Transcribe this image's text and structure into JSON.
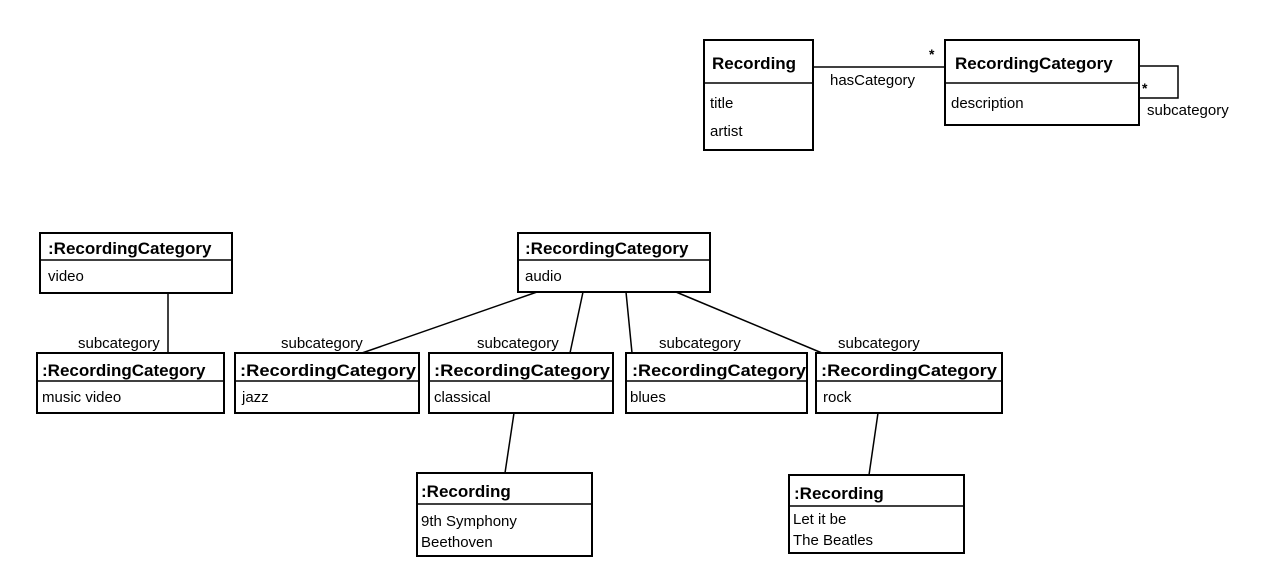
{
  "class_diagram": {
    "recording": {
      "name": "Recording",
      "attributes": [
        "title",
        "artist"
      ]
    },
    "recording_category": {
      "name": "RecordingCategory",
      "attributes": [
        "description"
      ]
    },
    "has_category": {
      "label": "hasCategory",
      "multiplicity": "*"
    },
    "subcategory": {
      "label": "subcategory",
      "multiplicity": "*"
    }
  },
  "object_diagram": {
    "video": {
      "name": ":RecordingCategory",
      "value": "video"
    },
    "audio": {
      "name": ":RecordingCategory",
      "value": "audio"
    },
    "music_video": {
      "name": ":RecordingCategory",
      "value": "music video"
    },
    "jazz": {
      "name": ":RecordingCategory",
      "value": "jazz"
    },
    "classical": {
      "name": ":RecordingCategory",
      "value": "classical"
    },
    "blues": {
      "name": ":RecordingCategory",
      "value": "blues"
    },
    "rock": {
      "name": ":RecordingCategory",
      "value": "rock"
    },
    "symphony": {
      "name": ":Recording",
      "line1": "9th Symphony",
      "line2": "Beethoven"
    },
    "let_it_be": {
      "name": ":Recording",
      "line1": "Let it be",
      "line2": "The Beatles"
    },
    "link_labels": {
      "video_music": "subcategory",
      "audio_jazz": "subcategory",
      "audio_classical": "subcategory",
      "audio_blues": "subcategory",
      "audio_rock": "subcategory"
    }
  }
}
